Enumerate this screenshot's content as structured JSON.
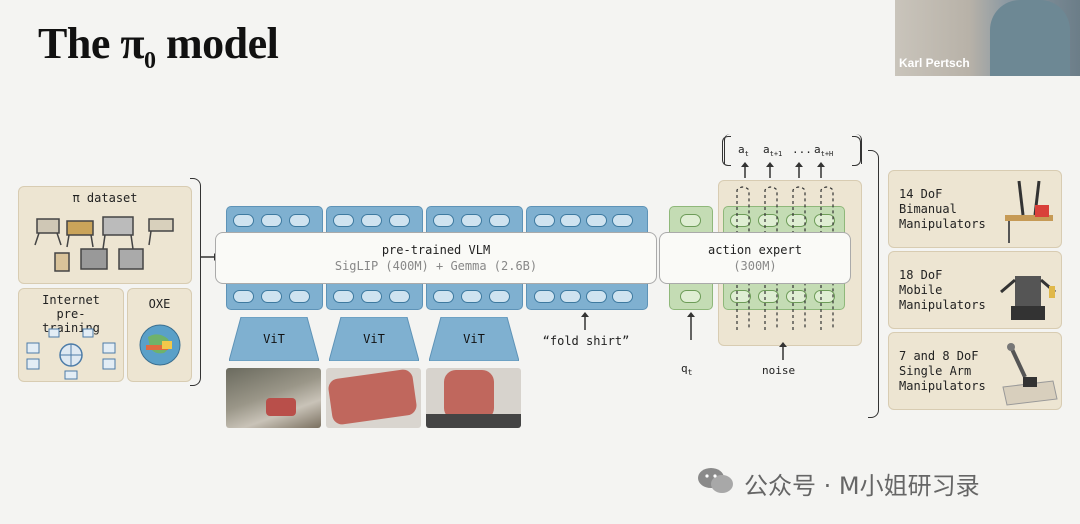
{
  "slide": {
    "title_main": "The π",
    "title_sub": "0",
    "title_end": " model"
  },
  "webcam": {
    "name": "Karl Pertsch"
  },
  "left": {
    "dataset_label": "π dataset",
    "internet_label": "Internet pre-training",
    "oxe_label": "OXE"
  },
  "vlm": {
    "title": "pre-trained VLM",
    "subtitle": "SigLIP (400M) + Gemma (2.6B)",
    "vit_label": "ViT",
    "prompt": "“fold shirt”"
  },
  "action": {
    "title": "action expert",
    "subtitle": "(300M)",
    "q_label": "q",
    "q_sub": "t",
    "noise_label": "noise",
    "outputs": [
      {
        "base": "a",
        "sub": "t"
      },
      {
        "base": "a",
        "sub": "t+1"
      },
      {
        "base": "...",
        "sub": ""
      },
      {
        "base": "a",
        "sub": "t+H"
      }
    ]
  },
  "right": [
    {
      "line1": "14 DoF",
      "line2": "Bimanual",
      "line3": "Manipulators"
    },
    {
      "line1": "18 DoF",
      "line2": "Mobile",
      "line3": "Manipulators"
    },
    {
      "line1": "7 and 8 DoF",
      "line2": "Single Arm",
      "line3": "Manipulators"
    }
  ],
  "watermark": "公众号 · M小姐研习录"
}
